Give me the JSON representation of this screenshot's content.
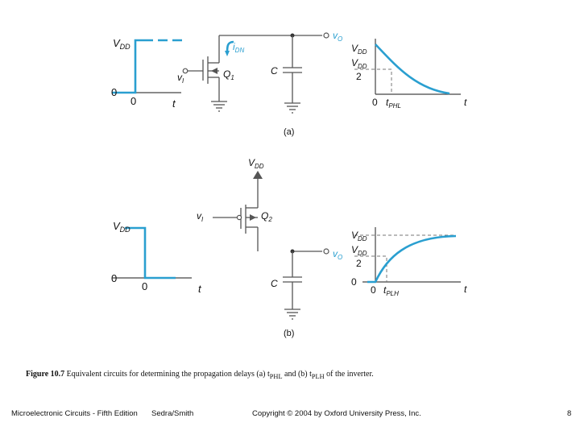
{
  "panel_a": {
    "input_labels": {
      "vdd": "V",
      "vdd_sub": "DD",
      "zero_y": "0",
      "zero_t": "0",
      "t": "t"
    },
    "circuit": {
      "vi": "v",
      "vi_sub": "I",
      "q1": "Q",
      "q1_sub": "1",
      "idn": "i",
      "idn_sub": "DN",
      "c": "C",
      "vo": "v",
      "vo_sub": "O"
    },
    "output": {
      "vdd": "V",
      "vdd_sub": "DD",
      "half_num": "V",
      "half_num_sub": "DD",
      "half_den": "2",
      "zero": "0",
      "tphl": "t",
      "tphl_sub": "PHL",
      "t": "t"
    },
    "tag": "(a)"
  },
  "panel_b": {
    "input_labels": {
      "vdd": "V",
      "vdd_sub": "DD",
      "zero_y": "0",
      "zero_t": "0",
      "t": "t"
    },
    "circuit": {
      "vdd": "V",
      "vdd_sub": "DD",
      "vi": "v",
      "vi_sub": "I",
      "q2": "Q",
      "q2_sub": "2",
      "c": "C",
      "vo": "v",
      "vo_sub": "O"
    },
    "output": {
      "vdd": "V",
      "vdd_sub": "DD",
      "half_num": "V",
      "half_num_sub": "DD",
      "half_den": "2",
      "zero_y": "0",
      "zero_t": "0",
      "tplh": "t",
      "tplh_sub": "PLH",
      "t": "t"
    },
    "tag": "(b)"
  },
  "caption": {
    "label": "Figure 10.7",
    "text": "Equivalent circuits for determining the propagation delays (a) t",
    "sub1": "PHL",
    "mid": " and (b) t",
    "sub2": "PLH",
    "end": " of the inverter."
  },
  "footer": {
    "book": "Microelectronic Circuits - Fifth Edition",
    "authors": "Sedra/Smith",
    "copyright": "Copyright © 2004 by Oxford University Press, Inc.",
    "page": "8"
  },
  "colors": {
    "signal": "#2a9fd0"
  }
}
